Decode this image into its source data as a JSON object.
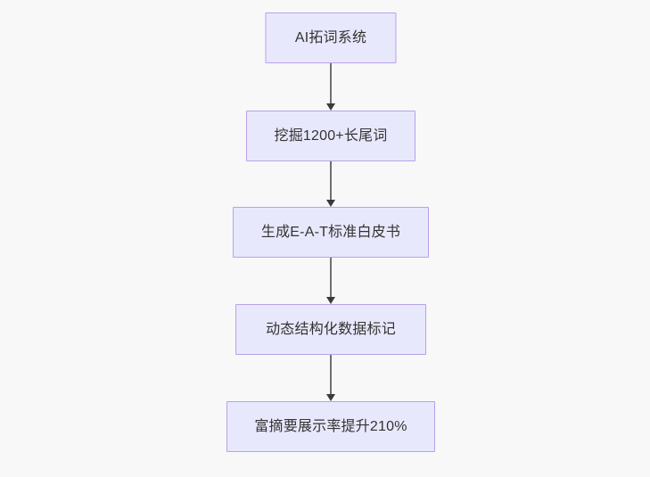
{
  "diagram": {
    "type": "flowchart",
    "orientation": "top-to-bottom",
    "background_color": "#f8f8f8",
    "node_fill_color": "#e8e8fc",
    "node_border_color": "#b9a1e8",
    "node_text_color": "#333333",
    "edge_color": "#707070",
    "arrowhead_color": "#3a3a3a",
    "nodes": [
      {
        "id": "n1",
        "label": "AI拓词系统"
      },
      {
        "id": "n2",
        "label": "挖掘1200+长尾词"
      },
      {
        "id": "n3",
        "label": "生成E-A-T标准白皮书"
      },
      {
        "id": "n4",
        "label": "动态结构化数据标记"
      },
      {
        "id": "n5",
        "label": "富摘要展示率提升210%"
      }
    ],
    "edges": [
      {
        "id": "e1",
        "from": "n1",
        "to": "n2",
        "label": "",
        "arrow": "down-arrow"
      },
      {
        "id": "e2",
        "from": "n2",
        "to": "n3",
        "label": "",
        "arrow": "down-arrow"
      },
      {
        "id": "e3",
        "from": "n3",
        "to": "n4",
        "label": "",
        "arrow": "down-arrow"
      },
      {
        "id": "e4",
        "from": "n4",
        "to": "n5",
        "label": "",
        "arrow": "down-arrow"
      }
    ]
  }
}
